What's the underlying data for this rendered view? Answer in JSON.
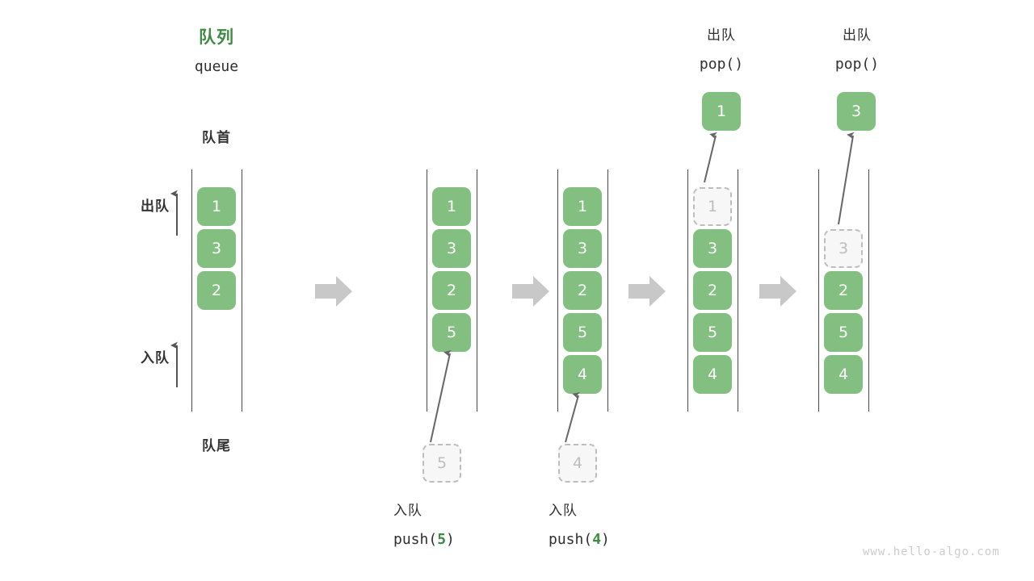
{
  "diagram": {
    "title_cn": "队列",
    "title_en": "queue",
    "head_label": "队首",
    "tail_label": "队尾",
    "dequeue_label": "出队",
    "enqueue_label": "入队",
    "watermark": "www.hello-algo.com",
    "colors": {
      "accent_green": "#3e8b43",
      "cell_green": "#84bf82",
      "ghost_gray": "#bdbdbd",
      "arrow_gray": "#c8c8c8",
      "rail_gray": "#4a4a4a",
      "text_dark": "#2f2f2f"
    },
    "columns": [
      {
        "id": "initial",
        "cells": [
          {
            "value": "1",
            "state": "filled"
          },
          {
            "value": "3",
            "state": "filled"
          },
          {
            "value": "2",
            "state": "filled"
          }
        ]
      },
      {
        "id": "after-push-5",
        "caption_cn": "入队",
        "caption_code_prefix": "push(",
        "caption_code_arg": "5",
        "caption_code_suffix": ")",
        "incoming_value": "5",
        "cells": [
          {
            "value": "1",
            "state": "filled"
          },
          {
            "value": "3",
            "state": "filled"
          },
          {
            "value": "2",
            "state": "filled"
          },
          {
            "value": "5",
            "state": "filled"
          }
        ]
      },
      {
        "id": "after-push-4",
        "caption_cn": "入队",
        "caption_code_prefix": "push(",
        "caption_code_arg": "4",
        "caption_code_suffix": ")",
        "incoming_value": "4",
        "cells": [
          {
            "value": "1",
            "state": "filled"
          },
          {
            "value": "3",
            "state": "filled"
          },
          {
            "value": "2",
            "state": "filled"
          },
          {
            "value": "5",
            "state": "filled"
          },
          {
            "value": "4",
            "state": "filled"
          }
        ]
      },
      {
        "id": "after-pop-1",
        "header_cn": "出队",
        "header_code": "pop()",
        "popped_value": "1",
        "cells": [
          {
            "value": "1",
            "state": "ghost"
          },
          {
            "value": "3",
            "state": "filled"
          },
          {
            "value": "2",
            "state": "filled"
          },
          {
            "value": "5",
            "state": "filled"
          },
          {
            "value": "4",
            "state": "filled"
          }
        ]
      },
      {
        "id": "after-pop-3",
        "header_cn": "出队",
        "header_code": "pop()",
        "popped_value": "3",
        "cells": [
          {
            "value": "3",
            "state": "ghost"
          },
          {
            "value": "2",
            "state": "filled"
          },
          {
            "value": "5",
            "state": "filled"
          },
          {
            "value": "4",
            "state": "filled"
          }
        ]
      }
    ]
  }
}
